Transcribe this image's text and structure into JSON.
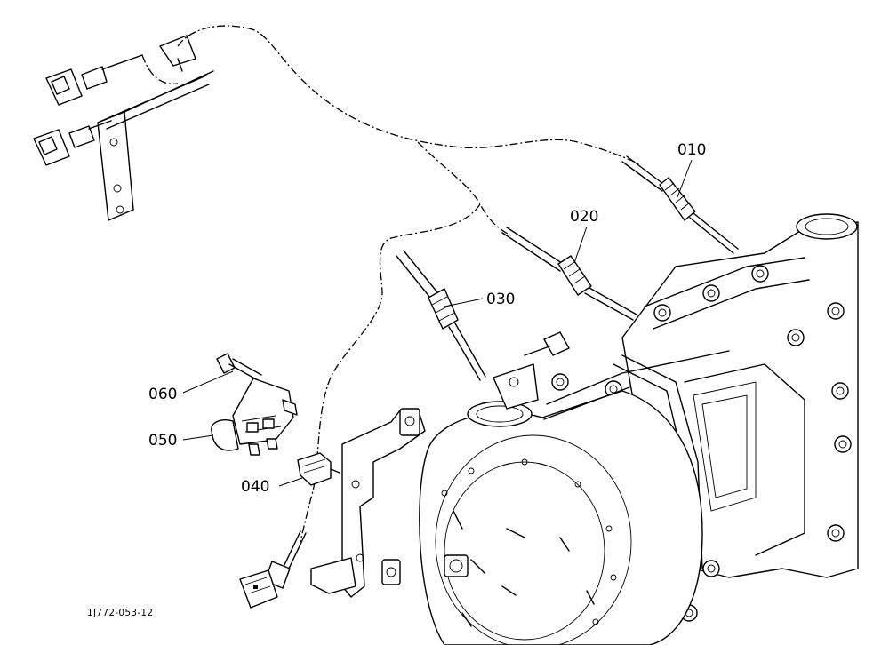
{
  "figure_id": "1J772-053-12",
  "callouts": {
    "c010": "010",
    "c020": "020",
    "c030": "030",
    "c040": "040",
    "c050": "050",
    "c060": "060"
  }
}
